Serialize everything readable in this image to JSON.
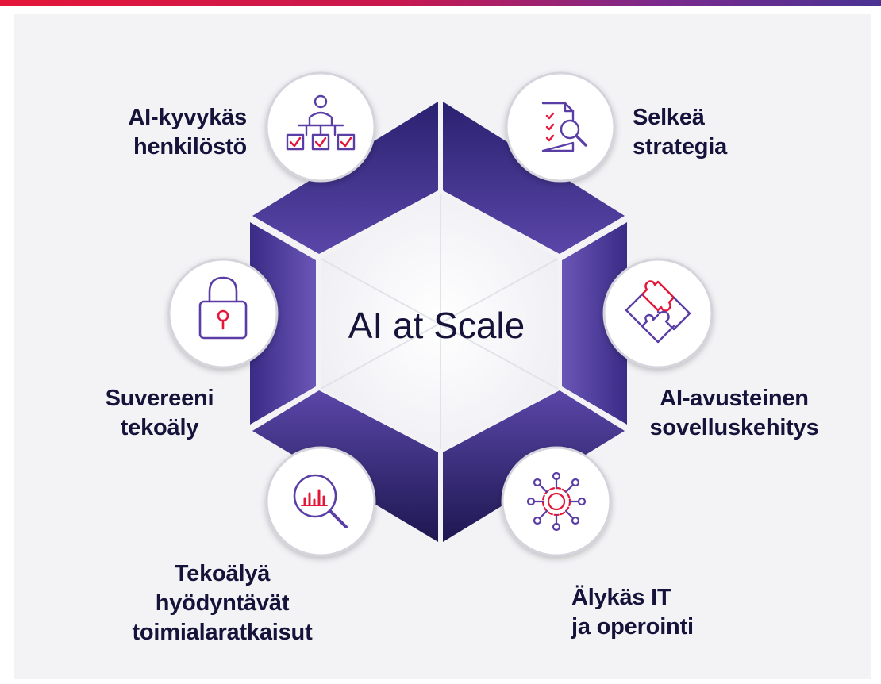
{
  "center_title": "AI at Scale",
  "segments": {
    "top_left": {
      "line1": "AI-kyvykäs",
      "line2": "henkilöstö",
      "icon": "team-checklist-icon"
    },
    "top_right": {
      "line1": "Selkeä",
      "line2": "strategia",
      "icon": "document-magnifier-icon"
    },
    "middle_left": {
      "line1": "Suvereeni",
      "line2": "tekoäly",
      "icon": "padlock-icon"
    },
    "middle_right": {
      "line1": "AI-avusteinen",
      "line2": "sovelluskehitys",
      "icon": "puzzle-icon"
    },
    "bottom_left": {
      "line1": "Tekoälyä",
      "line2": "hyödyntävät",
      "line3": "toimialaratkaisut",
      "icon": "chart-magnifier-icon"
    },
    "bottom_right": {
      "line1": "Älykäs IT",
      "line2": "ja operointi",
      "icon": "gear-network-icon"
    }
  },
  "colors": {
    "accent_red": "#e4173a",
    "hex_purple": "#3d2b87",
    "hex_dark": "#1c1752",
    "text_dark": "#15133a",
    "icon_purple": "#5a3ea6",
    "background": "#f3f3f6"
  }
}
